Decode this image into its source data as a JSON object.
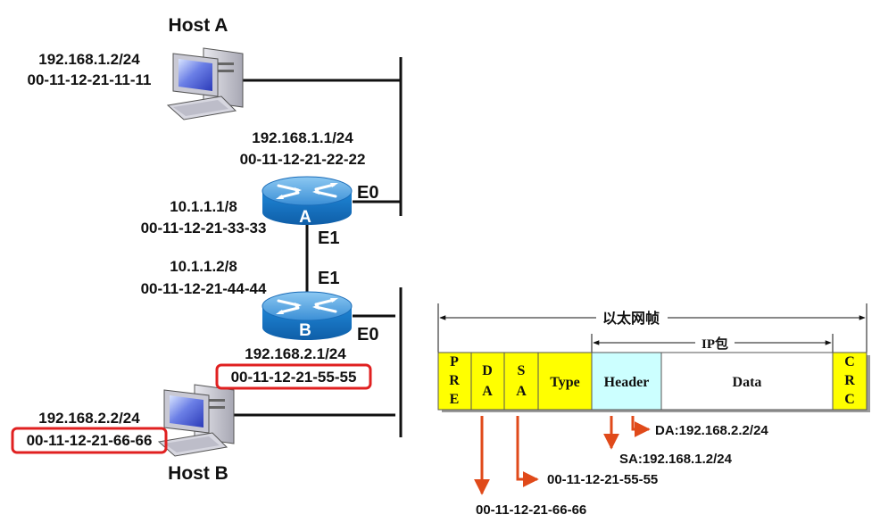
{
  "hosts": {
    "a": {
      "title": "Host A",
      "ip": "192.168.1.2/24",
      "mac": "00-11-12-21-11-11"
    },
    "b": {
      "title": "Host B",
      "ip": "192.168.2.2/24",
      "mac": "00-11-12-21-66-66"
    }
  },
  "routers": {
    "a": {
      "name": "A",
      "e0_label": "E0",
      "e1_label": "E1",
      "e0_ip": "192.168.1.1/24",
      "e0_mac": "00-11-12-21-22-22",
      "e1_ip": "10.1.1.1/8",
      "e1_mac": "00-11-12-21-33-33"
    },
    "b": {
      "name": "B",
      "e0_label": "E0",
      "e1_label": "E1",
      "e1_ip": "10.1.1.2/8",
      "e1_mac": "00-11-12-21-44-44",
      "e0_ip": "192.168.2.1/24",
      "e0_mac": "00-11-12-21-55-55"
    }
  },
  "frame": {
    "title": "以太网帧",
    "ip_packet_label": "IP包",
    "fields": {
      "pre": [
        "P",
        "R",
        "E"
      ],
      "da": [
        "D",
        "A"
      ],
      "sa": [
        "S",
        "A"
      ],
      "type": "Type",
      "header": "Header",
      "data": "Data",
      "crc": [
        "C",
        "R",
        "C"
      ]
    },
    "annotations": {
      "ip_da": "DA:192.168.2.2/24",
      "ip_sa": "SA:192.168.1.2/24",
      "frame_sa": "00-11-12-21-55-55",
      "frame_da": "00-11-12-21-66-66"
    }
  },
  "colors": {
    "yellow_field": "#ffff00",
    "header_field": "#ccffff",
    "highlight_box": "#e02020",
    "arrow": "#e04a1a",
    "router_body": "#1e7fd0"
  }
}
